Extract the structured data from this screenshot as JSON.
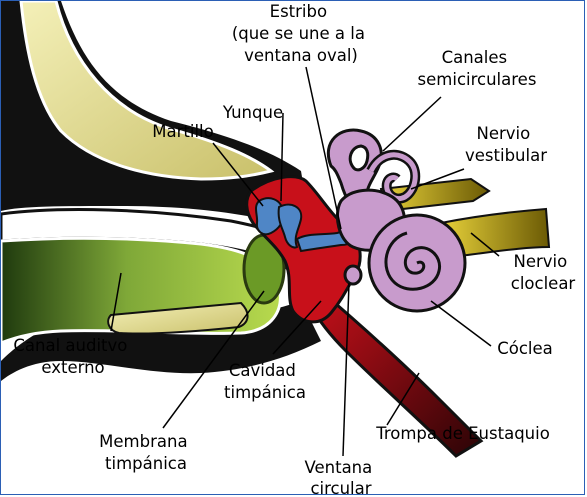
{
  "labels": {
    "estribo": [
      "Estribo",
      "(que se une a la",
      "ventana oval)"
    ],
    "canales": [
      "Canales",
      "semicirculares"
    ],
    "yunque": [
      "Yunque"
    ],
    "martillo": [
      "Martillo"
    ],
    "nervio_vestibular": [
      "Nervio",
      "vestibular"
    ],
    "nervio_coclear": [
      "Nervio",
      "cloclear"
    ],
    "canal_auditivo": [
      "Canal auditvo",
      "externo"
    ],
    "coclea": [
      "Cóclea"
    ],
    "cavidad": [
      "Cavidad",
      "timpánica"
    ],
    "membrana": [
      "Membrana",
      "timpánica"
    ],
    "trompa": [
      "Trompa de Eustaquio"
    ],
    "ventana": [
      "Ventana",
      "circular"
    ]
  },
  "colors": {
    "frame": "#2b5fb5",
    "ear_canal": "#b5d84e",
    "ear_canal_dark": "#1f3a0e",
    "bone_yellow": "#e7e29c",
    "tympanic_cavity": "#c8101a",
    "ossicles": "#4f86c6",
    "labyrinth": "#c89bcc",
    "nerve": "#e0c82a",
    "eustachian": "#8a0c12"
  }
}
